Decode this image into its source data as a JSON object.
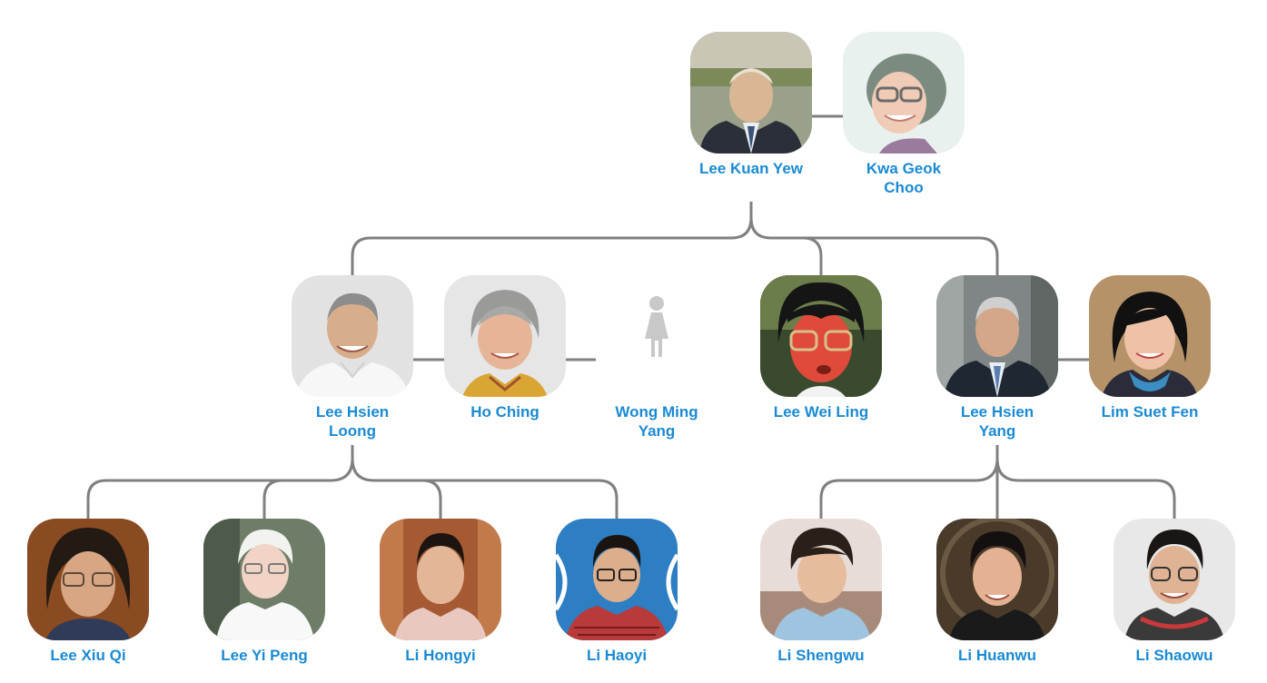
{
  "colors": {
    "name": "#1a8ad4",
    "line": "#808080"
  },
  "people": {
    "lky": {
      "name": "Lee Kuan Yew"
    },
    "kgc": {
      "name": "Kwa Geok Choo"
    },
    "lhl": {
      "name": "Lee Hsien Loong"
    },
    "hc": {
      "name": "Ho Ching"
    },
    "wmy": {
      "name": "Wong Ming Yang"
    },
    "lwl": {
      "name": "Lee Wei Ling"
    },
    "lhy": {
      "name": "Lee Hsien Yang"
    },
    "lsf": {
      "name": "Lim Suet Fen"
    },
    "lxq": {
      "name": "Lee Xiu Qi"
    },
    "lyp": {
      "name": "Lee Yi Peng"
    },
    "lhgy": {
      "name": "Li Hongyi"
    },
    "lhy2": {
      "name": "Li Haoyi"
    },
    "lsw": {
      "name": "Li Shengwu"
    },
    "lhw": {
      "name": "Li Huanwu"
    },
    "lsh": {
      "name": "Li Shaowu"
    }
  },
  "icons": {
    "placeholder": "female-person-icon"
  }
}
